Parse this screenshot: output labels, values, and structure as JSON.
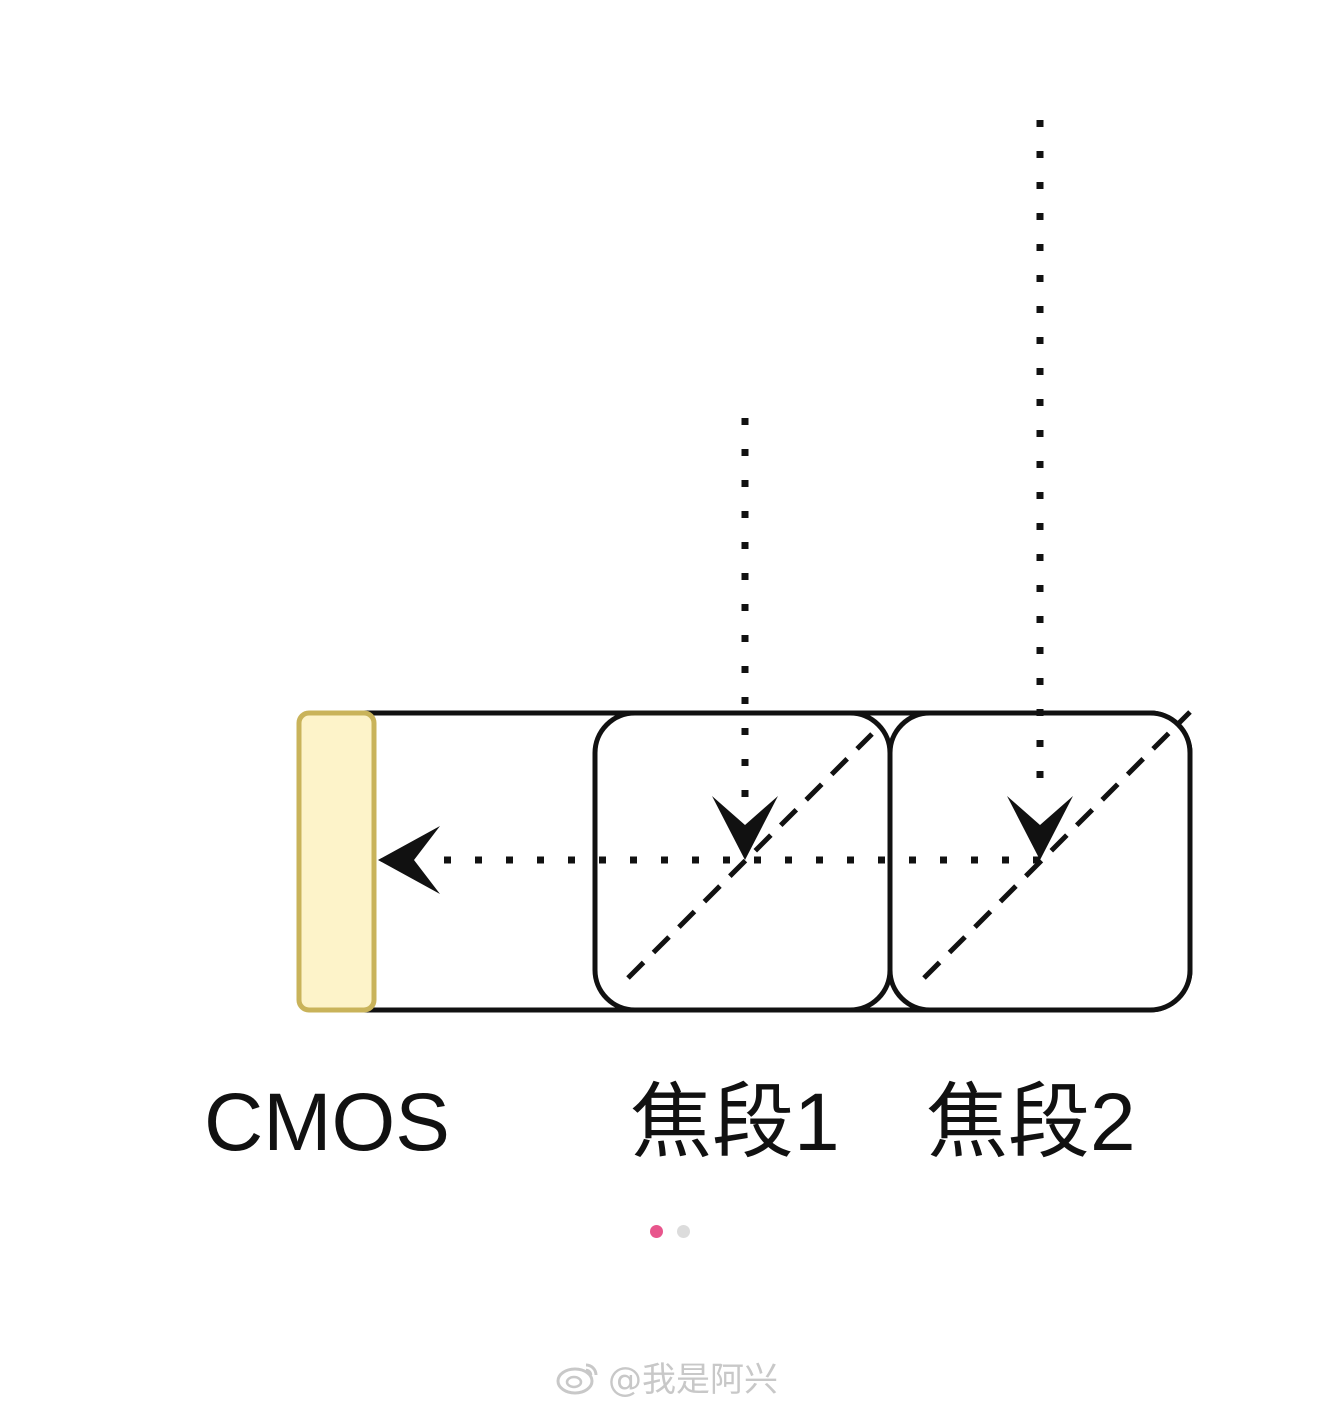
{
  "labels": {
    "cmos": "CMOS",
    "focal_1": "焦段1",
    "focal_2": "焦段2"
  },
  "pager": {
    "dots": [
      "active",
      "inactive"
    ],
    "active_color": "#e8558c",
    "inactive_color": "#dcdcdc"
  },
  "watermark": {
    "text": "@我是阿兴",
    "icon": "weibo-icon"
  },
  "colors": {
    "sensor_fill": "#fdf3c9",
    "sensor_stroke": "#c9b35a",
    "line": "#111111"
  }
}
